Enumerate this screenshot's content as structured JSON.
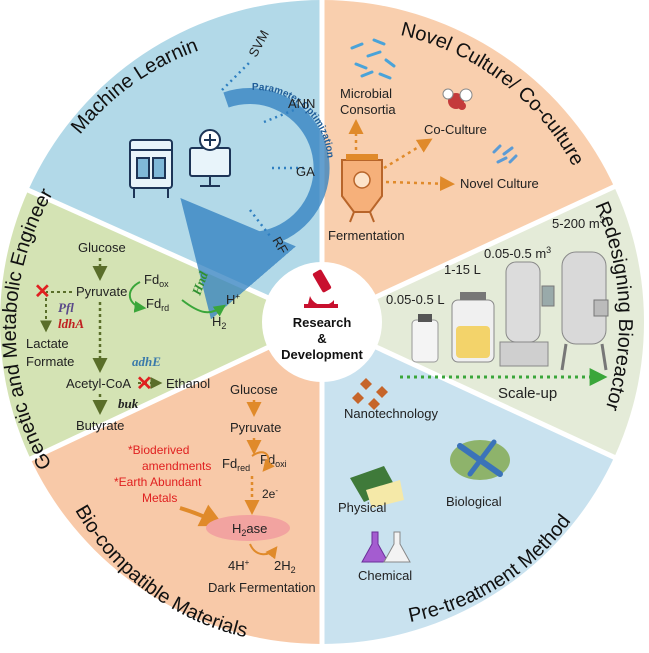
{
  "center": {
    "line1": "Research",
    "line2": "&",
    "line3": "Development"
  },
  "sectors": {
    "ml": {
      "title": "Machine Learning",
      "methods": [
        "SVM",
        "ANN",
        "GA",
        "RF"
      ],
      "arc_label": "Parameter Optimization"
    },
    "culture": {
      "title": "Novel Culture/ Co-culture",
      "microbial": "Microbial",
      "consortia": "Consortia",
      "coculture": "Co-Culture",
      "novel": "Novel Culture",
      "fermentation": "Fermentation"
    },
    "bioreactor": {
      "title": "Redesigning Bioreactor",
      "s1": "0.05-0.5 L",
      "s2": "1-15 L",
      "s3": "0.05-0.5 m",
      "s4": "5-200 m",
      "sup": "3",
      "scaleup": "Scale-up"
    },
    "pretreatment": {
      "title": "Pre-treatment Method",
      "nano": "Nanotechnology",
      "physical": "Physical",
      "biological": "Biological",
      "chemical": "Chemical"
    },
    "materials": {
      "title": "Bio-compatible Materials",
      "glucose": "Glucose",
      "pyruvate": "Pyruvate",
      "fdred": "Fd",
      "fdred_sub": "red",
      "fdoxi": "Fd",
      "fdoxi_sub": "oxi",
      "electrons": "2e",
      "electrons_sup": "-",
      "amend1": "*Bioderived",
      "amend2": "amendments",
      "amend3": "*Earth Abundant",
      "amend4": "Metals",
      "h2ase": "H",
      "h2ase_sub": "2",
      "h2ase_rest": "ase",
      "protons": "4H",
      "protons_sup": "+",
      "h2": "2H",
      "h2_sub": "2",
      "dark": "Dark Fermentation"
    },
    "genetic": {
      "title": "Genetic and Metabolic Engineering",
      "glucose": "Glucose",
      "pyruvate": "Pyruvate",
      "pfl": "Pfl",
      "ldha": "ldhA",
      "lactate": "Lactate",
      "formate": "Formate",
      "fdox": "Fd",
      "fdox_sub": "ox",
      "fdrd": "Fd",
      "fdrd_sub": "rd",
      "hnd": "Hnd",
      "hplus": "H",
      "hplus_sup": "+",
      "h2": "H",
      "h2_sub": "2",
      "acetylcoa": "Acetyl-CoA",
      "adhe": "adhE",
      "ethanol": "Ethanol",
      "buk": "buk",
      "butyrate": "Butyrate"
    }
  },
  "colors": {
    "ml": "#b2d9e8",
    "culture": "#f9cfae",
    "bioreactor": "#e4ebd8",
    "pretreatment": "#c9e2ef",
    "materials": "#f8c9a8",
    "genetic": "#d4e3b4",
    "arrow_green": "#3aa63a",
    "arrow_orange": "#e08a2a",
    "arrow_olive": "#5a6e2a",
    "inhibit_red": "#e02020",
    "pink": "#f2a3a0"
  }
}
